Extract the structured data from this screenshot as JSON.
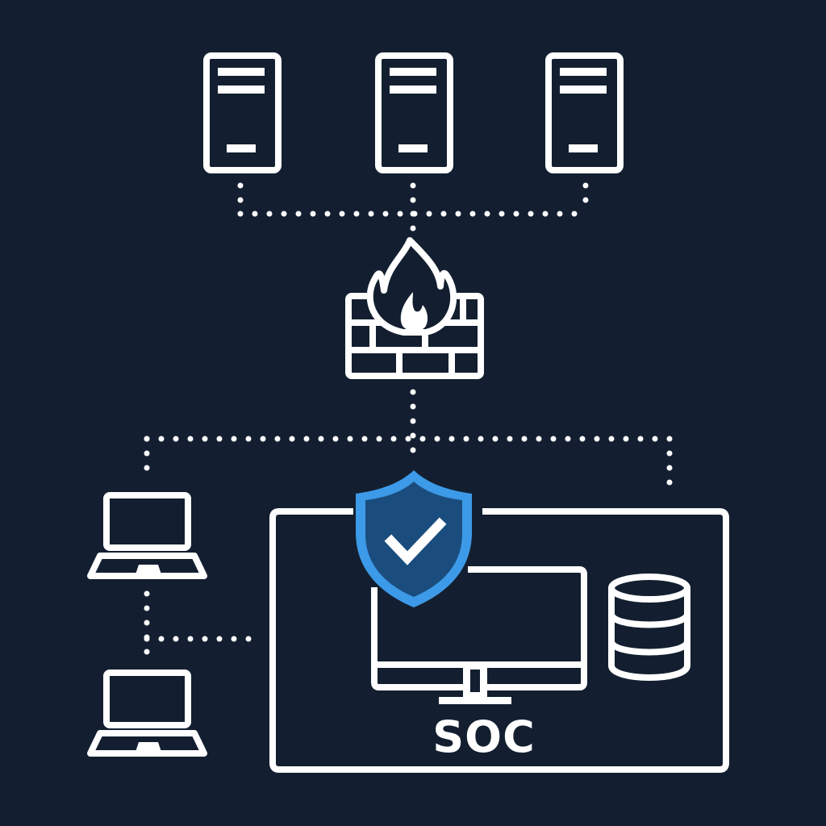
{
  "diagram": {
    "title": "",
    "background_color": "#131f30",
    "line_color": "#ffffff",
    "accent_color": "#3d9ae8",
    "accent_fill": "#1a4d7e",
    "nodes": [
      {
        "id": "server-1",
        "type": "server",
        "icon": "server-icon"
      },
      {
        "id": "server-2",
        "type": "server",
        "icon": "server-icon"
      },
      {
        "id": "server-3",
        "type": "server",
        "icon": "server-icon"
      },
      {
        "id": "firewall",
        "type": "firewall",
        "icon": "firewall-icon"
      },
      {
        "id": "laptop-1",
        "type": "laptop",
        "icon": "laptop-icon"
      },
      {
        "id": "laptop-2",
        "type": "laptop",
        "icon": "laptop-icon"
      },
      {
        "id": "soc",
        "type": "group",
        "label": "SOC",
        "children": [
          "shield",
          "monitor",
          "database"
        ]
      },
      {
        "id": "shield",
        "type": "security-shield",
        "icon": "shield-check-icon"
      },
      {
        "id": "monitor",
        "type": "workstation",
        "icon": "monitor-icon"
      },
      {
        "id": "database",
        "type": "database",
        "icon": "database-icon"
      }
    ],
    "edges": [
      {
        "from": "server-1",
        "to": "firewall",
        "style": "dotted"
      },
      {
        "from": "server-2",
        "to": "firewall",
        "style": "dotted"
      },
      {
        "from": "server-3",
        "to": "firewall",
        "style": "dotted"
      },
      {
        "from": "firewall",
        "to": "laptop-1",
        "style": "dotted"
      },
      {
        "from": "firewall",
        "to": "shield",
        "style": "dotted"
      },
      {
        "from": "firewall",
        "to": "soc",
        "style": "dotted"
      },
      {
        "from": "laptop-1",
        "to": "laptop-2",
        "style": "dotted"
      },
      {
        "from": "laptop-1",
        "to": "soc",
        "style": "dotted"
      }
    ],
    "soc_label": "SOC"
  }
}
